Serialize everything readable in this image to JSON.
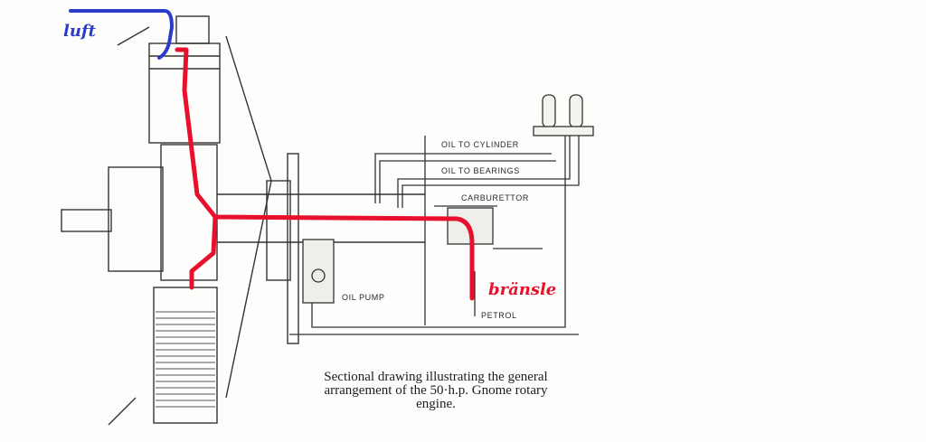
{
  "annotations": {
    "air": "luft",
    "fuel": "bränsle",
    "air_color": "#2b3dc8",
    "fuel_color": "#e8112d"
  },
  "labels": {
    "oil_to_cylinder": "OIL TO CYLINDER",
    "oil_to_bearings": "OIL TO BEARINGS",
    "carburettor": "CARBURETTOR",
    "oil_pump": "OIL PUMP",
    "petrol": "PETROL"
  },
  "caption": {
    "line1": "Sectional drawing illustrating the general",
    "line2": "arrangement of the 50·h.p. Gnome rotary",
    "line3": "engine."
  }
}
